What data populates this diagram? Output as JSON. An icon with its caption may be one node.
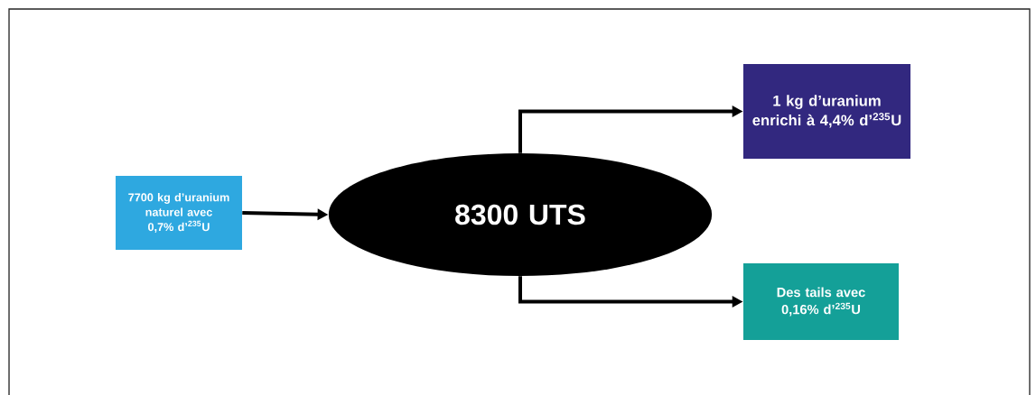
{
  "diagram": {
    "nodes": [
      {
        "text": [
          "7700 kg d’uranium naturel avec 0,7% d’$^{235}$U"
        ]
      },
      {
        "text": [
          "8300 UTS"
        ]
      },
      {
        "text": [
          "1 kg d’uranium enrichi à 4,4% d’$^{235}$U"
        ]
      },
      {
        "text": [
          "Des tails avec 0,16% d’$^{235}$U"
        ]
      }
    ],
    "edges": [
      {
        "from": 0,
        "to": 1,
        "arrow": "to"
      },
      {
        "from": 1,
        "to": 2,
        "arrow": "to"
      },
      {
        "from": 1,
        "to": 3,
        "arrow": "to"
      }
    ]
  }
}
